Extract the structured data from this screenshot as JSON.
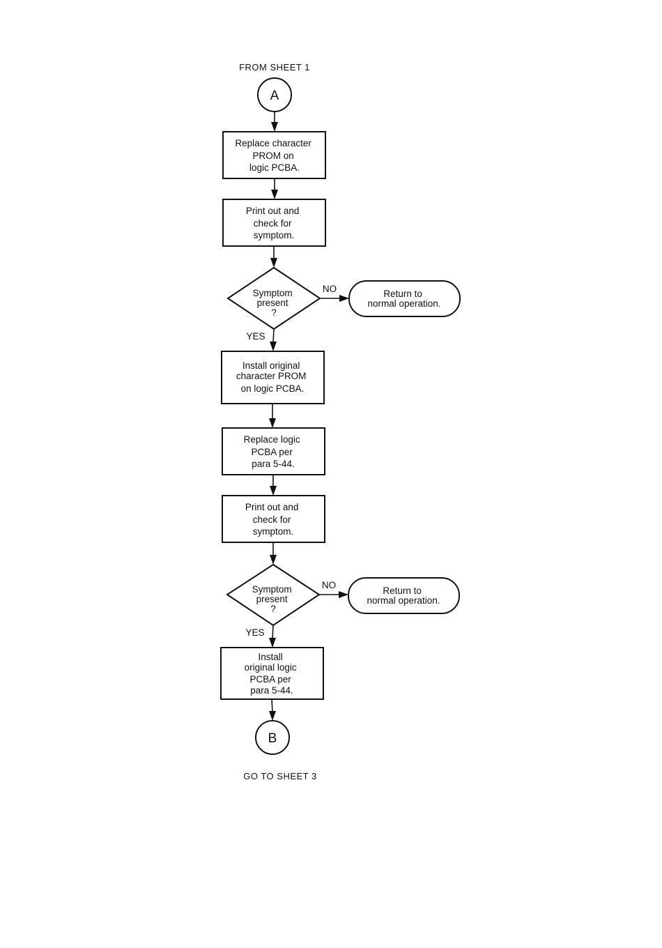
{
  "header": {
    "from_label": "FROM SHEET 1"
  },
  "footer": {
    "goto_label": "GO TO SHEET 3"
  },
  "connectors": {
    "start": "A",
    "end": "B"
  },
  "steps": [
    {
      "id": "replace-prom",
      "type": "process",
      "lines": [
        "Replace character",
        "PROM on",
        "logic PCBA."
      ]
    },
    {
      "id": "print-check-1",
      "type": "process",
      "lines": [
        "Print out and",
        "check for",
        "symptom."
      ]
    },
    {
      "id": "decision-1",
      "type": "decision",
      "lines": [
        "Symptom",
        "present",
        "?"
      ],
      "yes_label": "YES",
      "no_label": "NO"
    },
    {
      "id": "return-1",
      "type": "terminal",
      "lines": [
        "Return to",
        "normal operation."
      ]
    },
    {
      "id": "install-original-prom",
      "type": "process",
      "lines": [
        "Install original",
        "character PROM",
        "on logic PCBA."
      ]
    },
    {
      "id": "replace-pcba",
      "type": "process",
      "lines": [
        "Replace logic",
        "PCBA per",
        "para 5-44."
      ]
    },
    {
      "id": "print-check-2",
      "type": "process",
      "lines": [
        "Print out and",
        "check for",
        "symptom."
      ]
    },
    {
      "id": "decision-2",
      "type": "decision",
      "lines": [
        "Symptom",
        "present",
        "?"
      ],
      "yes_label": "YES",
      "no_label": "NO"
    },
    {
      "id": "return-2",
      "type": "terminal",
      "lines": [
        "Return to",
        "normal operation."
      ]
    },
    {
      "id": "install-original-pcba",
      "type": "process",
      "lines": [
        "Install",
        "original logic",
        "PCBA per",
        "para 5-44."
      ]
    }
  ]
}
